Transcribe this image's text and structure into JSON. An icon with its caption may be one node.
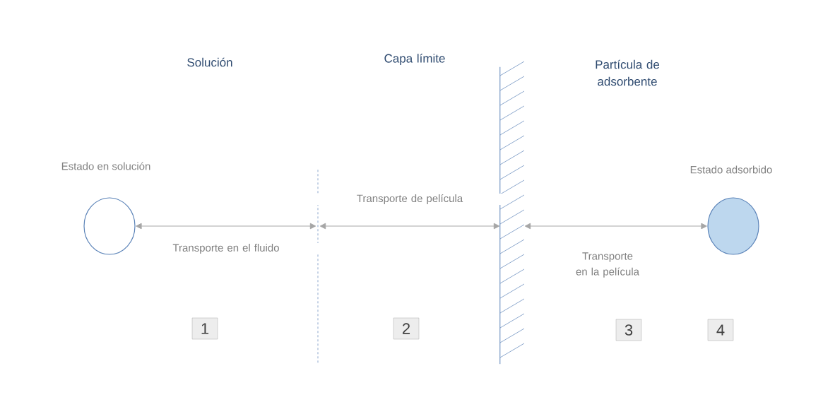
{
  "diagram": {
    "nodes": [
      {
        "text": [],
        "shape": "circle",
        "beside": [
          "Estado en solución"
        ]
      },
      {
        "text": [],
        "shape": "line"
      },
      {
        "text": [],
        "shape": "wall"
      },
      {
        "text": [],
        "shape": "circle",
        "beside": [
          "Estado adsorbido"
        ]
      },
      {
        "text": [
          "1"
        ]
      },
      {
        "text": [
          "2"
        ]
      },
      {
        "text": [
          "3"
        ]
      },
      {
        "text": [
          "4"
        ]
      }
    ],
    "edges": [
      {
        "from": 0,
        "to": 1,
        "arrow": "both",
        "label": "Transporte en el fluido"
      },
      {
        "from": 1,
        "to": 2,
        "arrow": "both",
        "label": "Transporte de película"
      },
      {
        "from": 2,
        "to": 3,
        "arrow": "both",
        "label": "Transporte en la película"
      }
    ],
    "labels": [
      "Solución",
      "Capa límite",
      "Partícula de adsorbente"
    ]
  }
}
